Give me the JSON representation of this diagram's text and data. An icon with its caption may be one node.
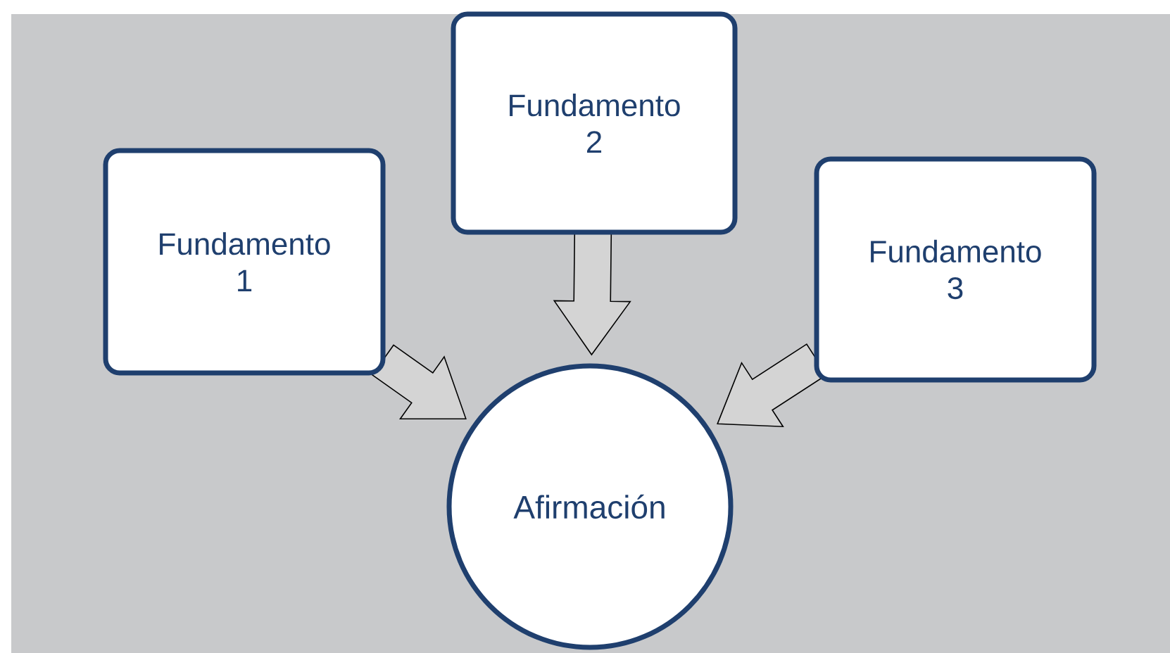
{
  "diagram": {
    "nodes": [
      {
        "text": [
          "Fundamento 1"
        ]
      },
      {
        "text": [
          "Fundamento 2"
        ]
      },
      {
        "text": [
          "Fundamento 3"
        ]
      },
      {
        "text": [
          "Afirmación"
        ]
      }
    ],
    "edges": [
      {
        "from": 0,
        "to": 3,
        "arrow": "to"
      },
      {
        "from": 1,
        "to": 3,
        "arrow": "to"
      },
      {
        "from": 2,
        "to": 3,
        "arrow": "to"
      }
    ]
  }
}
